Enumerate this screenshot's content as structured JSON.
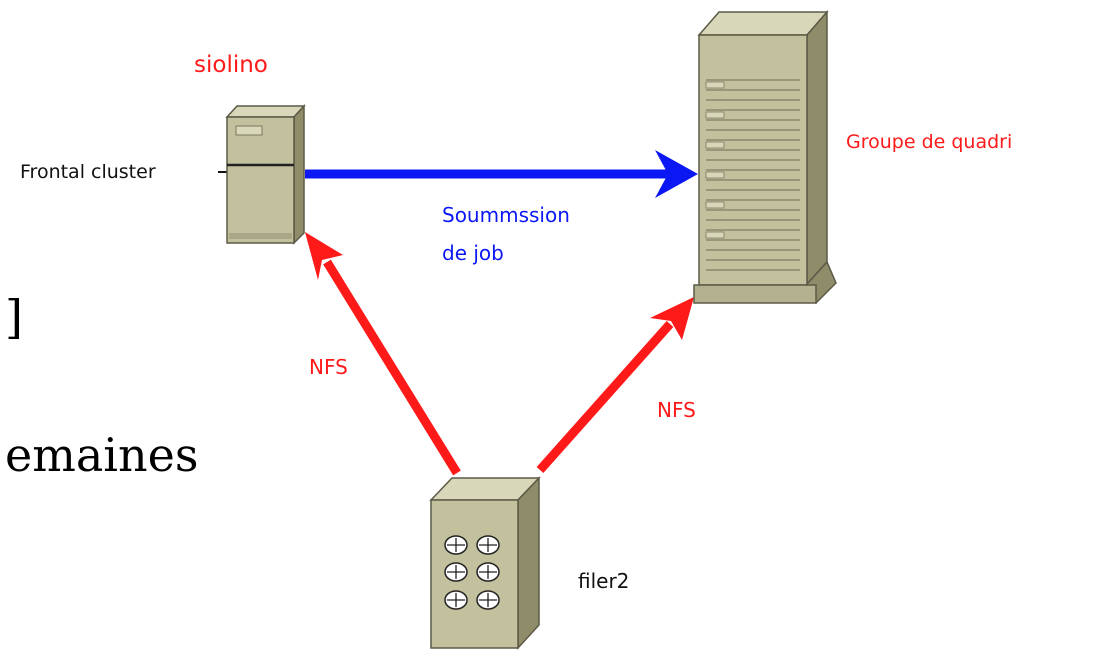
{
  "colors": {
    "red": "#ff1a1a",
    "blue": "#0b18f4",
    "black": "#111111",
    "server_body": "#c2c09d",
    "server_side": "#8f8c69",
    "server_top": "#d9d7b9",
    "server_outline": "#5b5a47"
  },
  "nodes": {
    "frontend": {
      "name": "siolino",
      "label": "Frontal cluster",
      "icon": "small-server-icon"
    },
    "compute": {
      "label": "Groupe de quadri",
      "icon": "tower-server-icon"
    },
    "filer": {
      "label": "filer2",
      "icon": "disk-array-icon"
    }
  },
  "edges": {
    "submission": {
      "line1": "Soummssion",
      "line2": "de job",
      "color": "blue"
    },
    "nfs_frontend": {
      "label": "NFS",
      "color": "red"
    },
    "nfs_compute": {
      "label": "NFS",
      "color": "red"
    }
  },
  "background_text": {
    "bracket": "]",
    "word": "emaines"
  }
}
